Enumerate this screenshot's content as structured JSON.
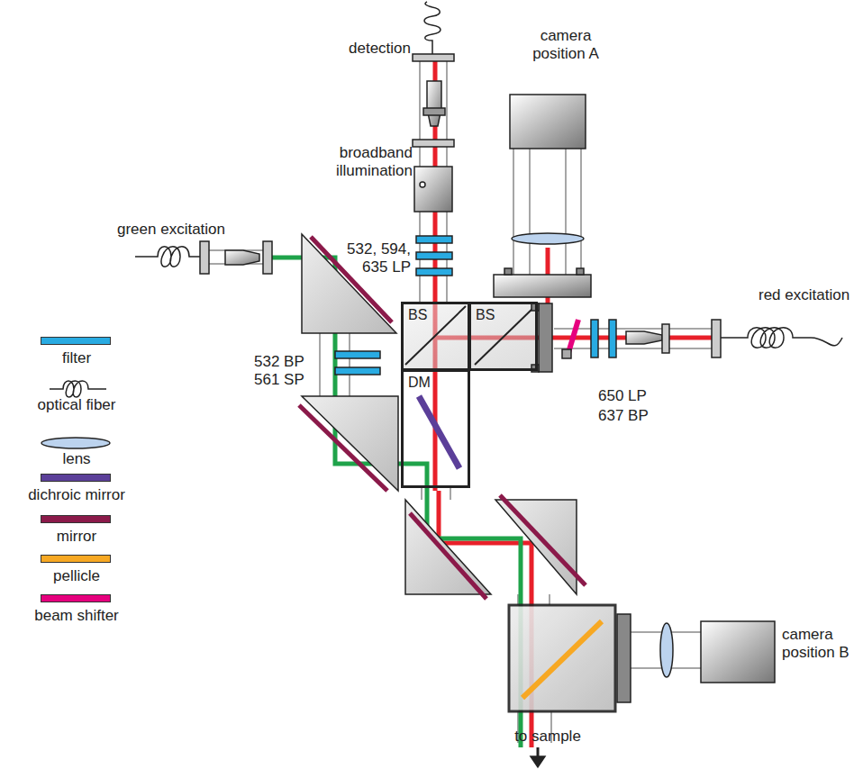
{
  "diagram": {
    "nodes": [
      {
        "text": [
          "BS"
        ]
      },
      {
        "text": [
          "BS"
        ]
      },
      {
        "text": [
          "DM"
        ]
      }
    ],
    "labels": [
      "detection",
      "camera position A",
      "broadband illumination",
      "green excitation",
      "532, 594, 635 LP",
      "red excitation",
      "532 BP",
      "561 SP",
      "650 LP",
      "637 BP",
      "camera position B",
      "to sample"
    ],
    "legend": [
      {
        "text": "filter",
        "color": "#29abe2"
      },
      {
        "text": "optical fiber"
      },
      {
        "text": "lens"
      },
      {
        "text": "dichroic mirror",
        "color": "#5b3f99"
      },
      {
        "text": "mirror",
        "color": "#8b1a4a"
      },
      {
        "text": "pellicle",
        "color": "#f7a823"
      },
      {
        "text": "beam shifter",
        "color": "#e6007e"
      }
    ]
  }
}
